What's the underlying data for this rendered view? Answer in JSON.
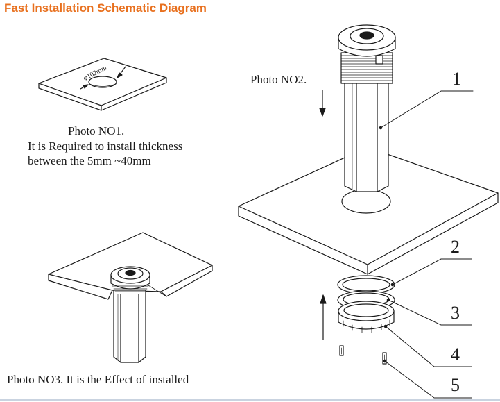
{
  "title": "Fast Installation Schematic Diagram",
  "photo1": {
    "caption": "Photo NO1.",
    "line2": "It is Required to install thickness",
    "line3": "between the 5mm ~40mm",
    "dimension": "φ102mm"
  },
  "photo2": {
    "caption": "Photo NO2."
  },
  "photo3": {
    "caption": "Photo NO3. It is the Effect of installed"
  },
  "part_numbers": [
    "1",
    "2",
    "3",
    "4",
    "5"
  ],
  "colors": {
    "heading": "#e8701e",
    "line": "#1a1a1a"
  }
}
